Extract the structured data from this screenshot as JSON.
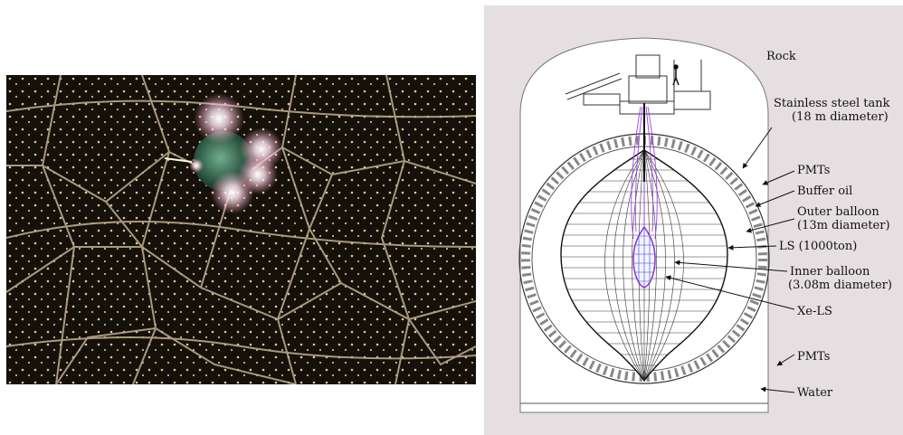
{
  "diagram": {
    "labels": {
      "rock": "Rock",
      "tank_line1": "Stainless steel tank",
      "tank_line2": "(18 m diameter)",
      "pmts_upper": "PMTs",
      "buffer_oil": "Buffer oil",
      "outer_line1": "Outer balloon",
      "outer_line2": "(13m diameter)",
      "ls": "LS (1000ton)",
      "inner_line1": "Inner balloon",
      "inner_line2": "(3.08m diameter)",
      "xels": "Xe-LS",
      "pmts_lower": "PMTs",
      "water": "Water"
    }
  },
  "colors": {
    "rock": "#e6dfe2",
    "photo_bg": "#15100a",
    "frame": "#b8a88a",
    "outer_balloon": "#222222",
    "inner_balloon_purple": "#a040e0",
    "inner_balloon_blue": "#3040e0"
  }
}
